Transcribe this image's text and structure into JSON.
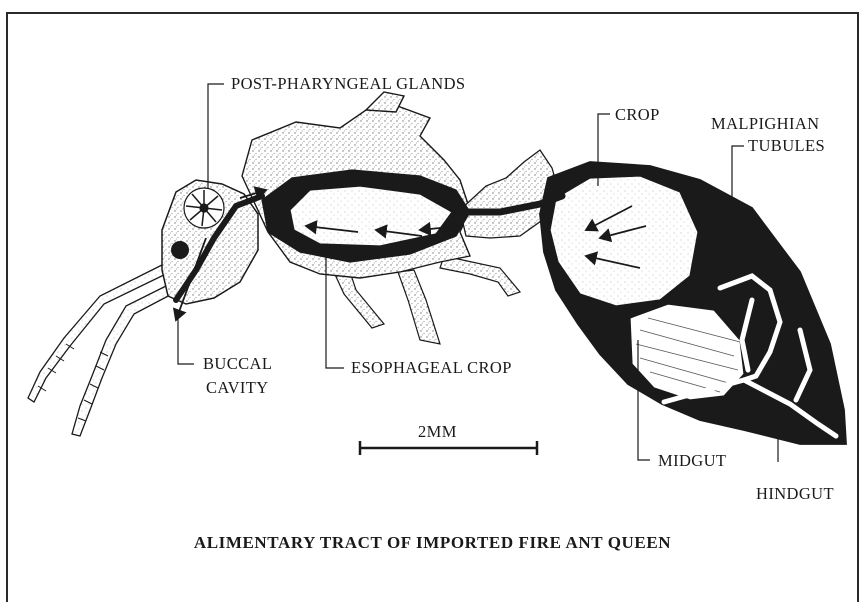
{
  "figure": {
    "title": "ALIMENTARY TRACT OF IMPORTED FIRE ANT QUEEN"
  },
  "labels": {
    "post_pharyngeal_glands": "POST-PHARYNGEAL GLANDS",
    "crop": "CROP",
    "malpighian_line1": "MALPIGHIAN",
    "malpighian_line2": "TUBULES",
    "buccal_line1": "BUCCAL",
    "buccal_line2": "CAVITY",
    "esophageal_crop": "ESOPHAGEAL CROP",
    "midgut": "MIDGUT",
    "hindgut": "HINDGUT"
  },
  "scale_bar": {
    "label": "2MM"
  },
  "colors": {
    "ink": "#1a1a1a",
    "stipple": "#8a8a8a",
    "paper": "#ffffff"
  }
}
